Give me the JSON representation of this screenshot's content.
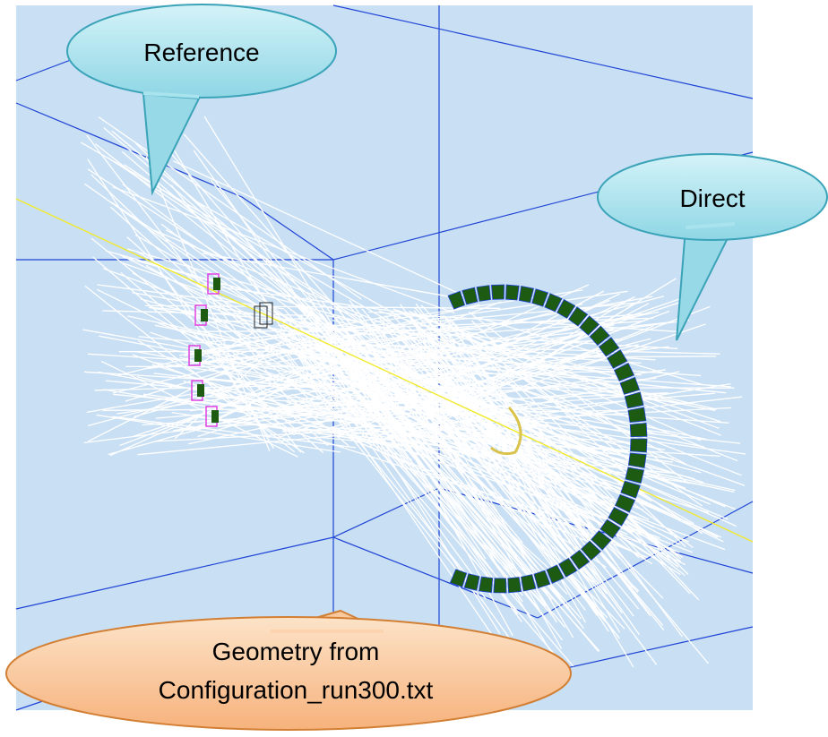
{
  "callouts": {
    "reference": {
      "label": "Reference"
    },
    "direct": {
      "label": "Direct"
    },
    "geometry": {
      "line1": "Geometry from",
      "line2": "Configuration_run300.txt"
    }
  },
  "colors": {
    "viewport_background": "#c9dff4",
    "grid_line": "#1f44d6",
    "beam_axis": "#f2ea2a",
    "light_ray": "#ffffff",
    "reference_detector_outline": "#e040e0",
    "detector_green": "#1d5a12",
    "target": "#d9c34a",
    "speech_bubble_fill": "#a8e3ee",
    "speech_bubble_stroke": "#3aa3b8",
    "oval_fill": "#f9c89c",
    "oval_stroke": "#d27f34"
  },
  "icons": {
    "reference_bubble": "speech-bubble",
    "direct_bubble": "speech-bubble",
    "geometry_oval": "oval-callout"
  }
}
